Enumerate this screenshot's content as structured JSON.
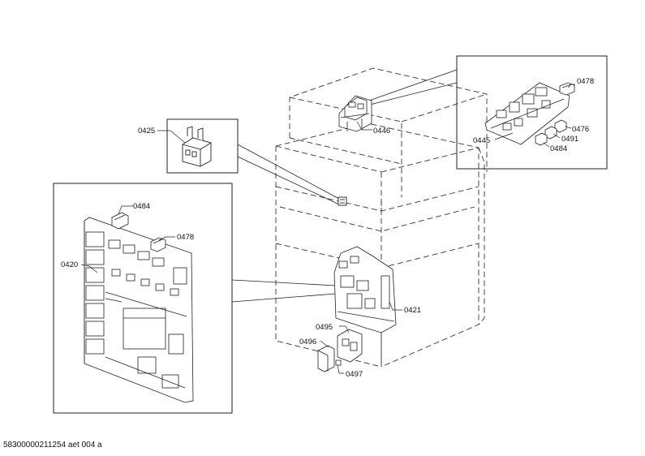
{
  "parts": {
    "p0425": "0425",
    "p0446": "0446",
    "p0478_top": "0478",
    "p0476": "0476",
    "p0445": "0445",
    "p0491": "0491",
    "p0484_top": "0484",
    "p0484_left": "0484",
    "p0478_left": "0478",
    "p0420": "0420",
    "p0421": "0421",
    "p0495": "0495",
    "p0496": "0496",
    "p0497": "0497"
  },
  "footer": {
    "drawing_id": "58300000211254 aet 004 a"
  },
  "colors": {
    "line": "#222222",
    "dashed": "#333333",
    "background": "#ffffff"
  }
}
